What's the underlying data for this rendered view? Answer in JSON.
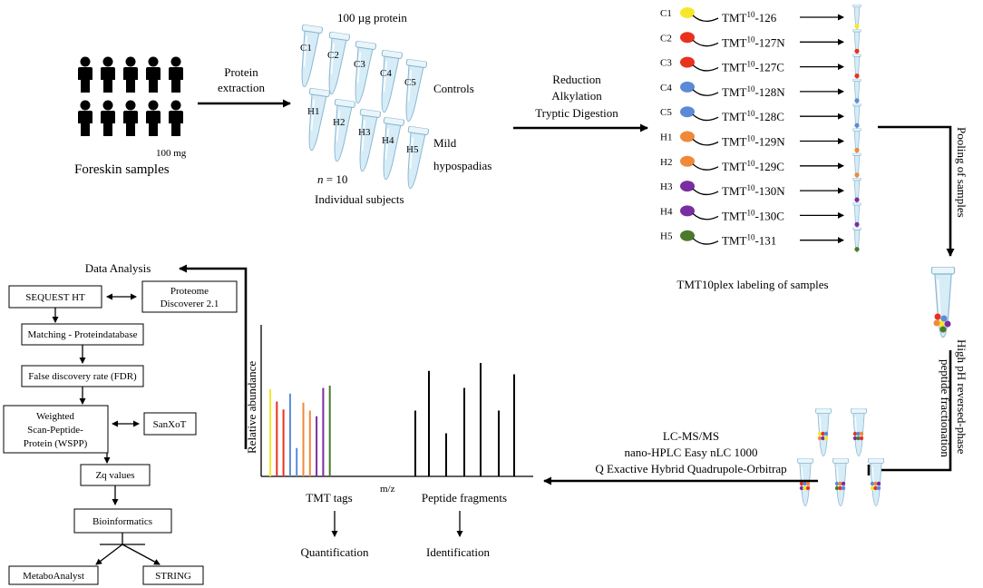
{
  "foreskin": {
    "mass": "100 mg",
    "label": "Foreskin samples"
  },
  "step_extraction": {
    "line1": "Protein",
    "line2": "extraction"
  },
  "tubes_top": {
    "header": "100 µg protein",
    "controls": [
      "C1",
      "C2",
      "C3",
      "C4",
      "C5"
    ],
    "cases": [
      "H1",
      "H2",
      "H3",
      "H4",
      "H5"
    ],
    "controls_label": "Controls",
    "cases_label_1": "Mild",
    "cases_label_2": "hypospadias",
    "n_italic": "n",
    "n_value": " = 10",
    "subjects_label": "Individual subjects"
  },
  "step_digest": {
    "line1": "Reduction",
    "line2": "Alkylation",
    "line3": "Tryptic Digestion"
  },
  "tmt": {
    "base": "TMT",
    "sup": "10",
    "rows": [
      {
        "sample": "C1",
        "tag": "-126",
        "color": "#f5e82a"
      },
      {
        "sample": "C2",
        "tag": "-127N",
        "color": "#e8321e"
      },
      {
        "sample": "C3",
        "tag": "-127C",
        "color": "#e8321e"
      },
      {
        "sample": "C4",
        "tag": "-128N",
        "color": "#5b8bd6"
      },
      {
        "sample": "C5",
        "tag": "-128C",
        "color": "#5b8bd6"
      },
      {
        "sample": "H1",
        "tag": "-129N",
        "color": "#ef8a3a"
      },
      {
        "sample": "H2",
        "tag": "-129C",
        "color": "#ef8a3a"
      },
      {
        "sample": "H3",
        "tag": "-130N",
        "color": "#7a2da0"
      },
      {
        "sample": "H4",
        "tag": "-130C",
        "color": "#7a2da0"
      },
      {
        "sample": "H5",
        "tag": "-131",
        "color": "#4c7a2a"
      }
    ],
    "caption": "TMT10plex labeling of samples"
  },
  "pooling": "Pooling of samples",
  "fractionation": {
    "line1": "High pH reversed-phase",
    "line2": "peptide fractionation"
  },
  "lcms": {
    "line1": "LC-MS/MS",
    "line2": "nano-HPLC Easy nLC 1000",
    "line3": "Q Exactive Hybrid Quadrupole-Orbitrap"
  },
  "spectrum": {
    "ylabel": "Relative abundance",
    "xlabel": "m/z",
    "left_label": "TMT tags",
    "right_label": "Peptide fragments",
    "left_result": "Quantification",
    "right_result": "Identification",
    "tmt_peaks": [
      {
        "value": 0.77,
        "color": "#f5e82a"
      },
      {
        "value": 0.66,
        "color": "#e8321e"
      },
      {
        "value": 0.59,
        "color": "#e8321e"
      },
      {
        "value": 0.73,
        "color": "#5b8bd6"
      },
      {
        "value": 0.25,
        "color": "#5b8bd6"
      },
      {
        "value": 0.65,
        "color": "#ef8a3a"
      },
      {
        "value": 0.58,
        "color": "#ef8a3a"
      },
      {
        "value": 0.53,
        "color": "#7a2da0"
      },
      {
        "value": 0.78,
        "color": "#7a2da0"
      },
      {
        "value": 0.8,
        "color": "#4c7a2a"
      }
    ],
    "fragment_peaks": [
      0.58,
      0.93,
      0.38,
      0.78,
      1.0,
      0.58,
      0.9
    ]
  },
  "analysis": {
    "title": "Data Analysis",
    "sequest": "SEQUEST HT",
    "proteome_line1": "Proteome",
    "proteome_line2": "Discoverer 2.1",
    "matching": "Matching - Proteindatabase",
    "fdr": "False discovery rate (FDR)",
    "wspp_line1": "Weighted",
    "wspp_line2": "Scan-Peptide-",
    "wspp_line3": "Protein (WSPP)",
    "sanxot": "SanXoT",
    "zq": "Zq values",
    "bioinformatics": "Bioinformatics",
    "metabo": "MetaboAnalyst",
    "string": "STRING"
  }
}
